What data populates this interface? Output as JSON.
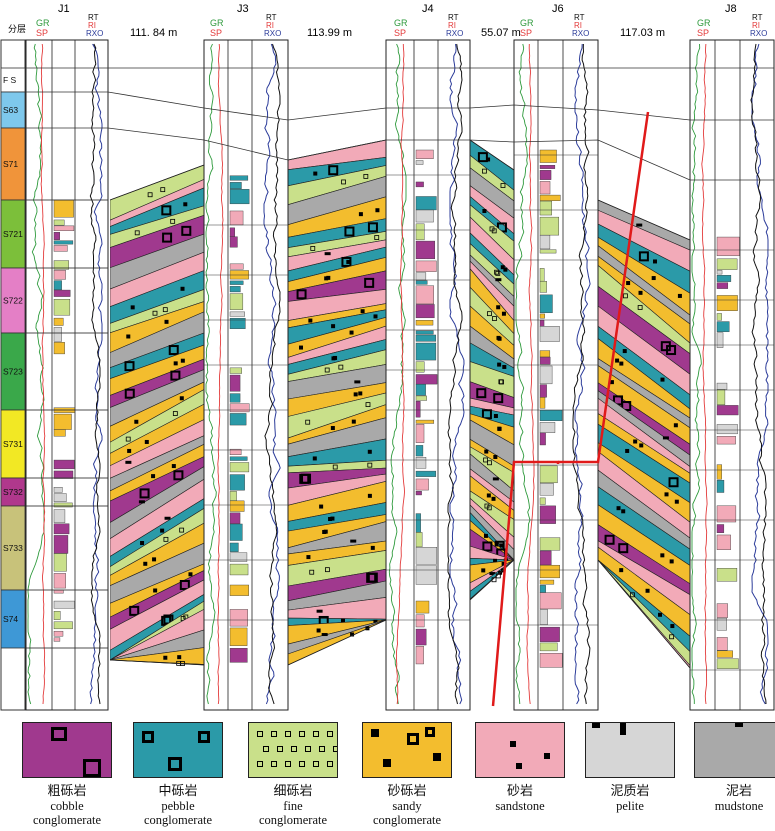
{
  "header": {
    "layer_col_label": "分层",
    "gr": "GR",
    "sp": "SP",
    "rt": "RT",
    "ri": "RI",
    "rxo": "RXO"
  },
  "wells": [
    "J1",
    "J3",
    "J4",
    "J6",
    "J8"
  ],
  "distances": [
    "111. 84 m",
    "113.99 m",
    "55.07 m",
    "117.03 m"
  ],
  "layers": [
    {
      "name": "F S",
      "color": "#ffffff"
    },
    {
      "name": "S63",
      "color": "#7ec8ec"
    },
    {
      "name": "S71",
      "color": "#f0943a"
    },
    {
      "name": "S721",
      "color": "#7cbf3a"
    },
    {
      "name": "S722",
      "color": "#e47fc6"
    },
    {
      "name": "S723",
      "color": "#3aa84a"
    },
    {
      "name": "S731",
      "color": "#f2e824"
    },
    {
      "name": "S732",
      "color": "#b0388c"
    },
    {
      "name": "S733",
      "color": "#c8c27a"
    },
    {
      "name": "S74",
      "color": "#3e98d6"
    }
  ],
  "colors": {
    "cobble": "#a0398e",
    "pebble": "#2b9aa8",
    "fine": "#c9e08a",
    "sandy": "#f3bd2e",
    "sandstone": "#f2aab8",
    "pelite": "#d6d6d6",
    "mudstone": "#a9a9a9",
    "fault": "#e01a1a",
    "gr_curve": "#2e9a3c",
    "sp_curve": "#e33a3a",
    "rt_curve": "#111111",
    "rxo_curve": "#2c3c9a"
  },
  "legend": [
    {
      "cn": "粗砾岩",
      "en1": "cobble",
      "en2": "conglomerate",
      "key": "cobble"
    },
    {
      "cn": "中砾岩",
      "en1": "pebble",
      "en2": "conglomerate",
      "key": "pebble"
    },
    {
      "cn": "细砾岩",
      "en1": "fine",
      "en2": "conglomerate",
      "key": "fine"
    },
    {
      "cn": "砂砾岩",
      "en1": "sandy",
      "en2": "conglomerate",
      "key": "sandy"
    },
    {
      "cn": "砂岩",
      "en1": "sandstone",
      "en2": "",
      "key": "sandstone"
    },
    {
      "cn": "泥质岩",
      "en1": "pelite",
      "en2": "",
      "key": "pelite"
    },
    {
      "cn": "泥岩",
      "en1": "mudstone",
      "en2": "",
      "key": "mudstone"
    }
  ]
}
